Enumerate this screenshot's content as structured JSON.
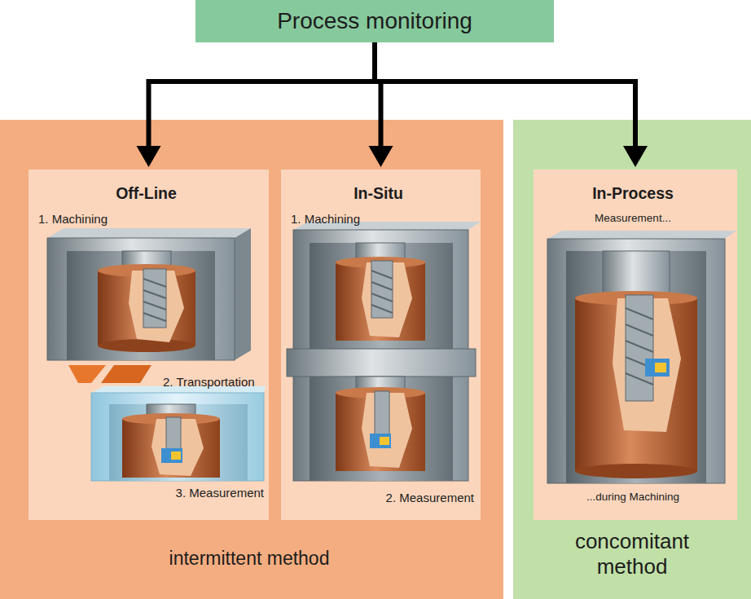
{
  "diagram": {
    "nodes": [
      {
        "text": [
          "Process monitoring"
        ]
      },
      {
        "text": [
          "intermittent method"
        ]
      },
      {
        "text": [
          "Off-Line",
          "1. Machining",
          "2. Transportation",
          "3. Measurement"
        ],
        "in": 1
      },
      {
        "text": [
          "In-Situ",
          "1. Machining",
          "2. Measurement"
        ],
        "in": 1
      },
      {
        "text": [
          "concomitant method"
        ]
      },
      {
        "text": [
          "In-Process",
          "Measurement...",
          "...during Machining"
        ],
        "in": 4
      }
    ],
    "edges": [
      {
        "from": 0,
        "to": 2,
        "arrow": "to"
      },
      {
        "from": 0,
        "to": 3,
        "arrow": "to"
      },
      {
        "from": 0,
        "to": 5,
        "arrow": "to"
      }
    ]
  }
}
